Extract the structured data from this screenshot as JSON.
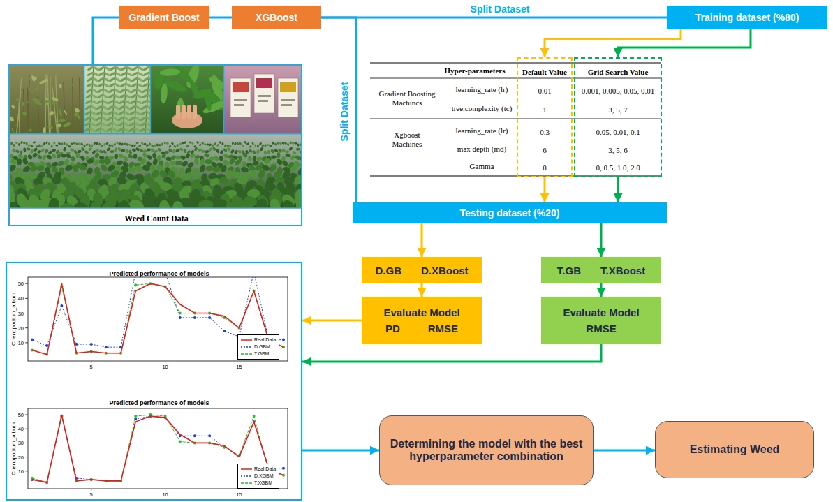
{
  "diagram": {
    "nodes": [
      {
        "text": [
          "Gradient Boost"
        ]
      },
      {
        "text": [
          "XGBoost"
        ]
      },
      {
        "text": [
          "Training dataset (%80)"
        ]
      },
      {
        "text": [
          "Weed Count Data"
        ]
      },
      {
        "text": [
          "Default Value",
          "0.01",
          "1",
          "0.3",
          "6",
          "0"
        ]
      },
      {
        "text": [
          "Grid Search Value",
          "0.001, 0.005, 0.05, 0.01",
          "3, 5, 7",
          "0.05, 0.01, 0.1",
          "3, 5, 6",
          "0, 0.5, 1.0, 2.0"
        ]
      },
      {
        "text": [
          "Testing dataset (%20)"
        ]
      },
      {
        "text": [
          "D.GB",
          "D.XBoost"
        ]
      },
      {
        "text": [
          "T.GB",
          "T.XBoost"
        ]
      },
      {
        "text": [
          "Evaluate Model",
          "PD",
          "RMSE"
        ]
      },
      {
        "text": [
          "Evaluate Model",
          "RMSE"
        ]
      },
      {
        "text": [
          "Predicted performance of models",
          "Predicted performance of models"
        ]
      },
      {
        "text": [
          "Determining the model with the best hyperparameter combination"
        ]
      },
      {
        "text": [
          "Estimating Weed"
        ]
      }
    ],
    "edges": [
      {
        "from": 3,
        "to": 0,
        "arrow": "none"
      },
      {
        "from": 0,
        "to": 1,
        "arrow": "none"
      },
      {
        "from": 1,
        "to": 2,
        "arrow": "none",
        "label": "Split Dataset"
      },
      {
        "from": 1,
        "to": 6,
        "arrow": "none",
        "label": "Split Dataset"
      },
      {
        "from": 2,
        "to": 4,
        "arrow": "to"
      },
      {
        "from": 2,
        "to": 5,
        "arrow": "to"
      },
      {
        "from": 4,
        "to": 6,
        "arrow": "to"
      },
      {
        "from": 5,
        "to": 6,
        "arrow": "to"
      },
      {
        "from": 6,
        "to": 7,
        "arrow": "to"
      },
      {
        "from": 6,
        "to": 8,
        "arrow": "to"
      },
      {
        "from": 7,
        "to": 9,
        "arrow": "to"
      },
      {
        "from": 8,
        "to": 10,
        "arrow": "to"
      },
      {
        "from": 9,
        "to": 11,
        "arrow": "to"
      },
      {
        "from": 10,
        "to": 11,
        "arrow": "to"
      },
      {
        "from": 11,
        "to": 12,
        "arrow": "to"
      },
      {
        "from": 12,
        "to": 13,
        "arrow": "to"
      }
    ],
    "labels": [
      "Hyper-parameters",
      "Gradient Boosting Machincs",
      "learning_rate (lr)",
      "tree.complexity (tc)",
      "Xgboost Machines",
      "learning_rate (lr)",
      "max depth (md)",
      "Gamma",
      "Chenopodium_album",
      "10",
      "20",
      "30",
      "40",
      "50",
      "5",
      "10",
      "15",
      "Chenopodium_album",
      "10",
      "20",
      "30",
      "40",
      "50",
      "5",
      "10",
      "15"
    ],
    "legend": [
      {
        "text": "Real Data"
      },
      {
        "text": "D.GBM"
      },
      {
        "text": "T.GBM"
      },
      {
        "text": "Real Data"
      },
      {
        "text": "D.XGBM"
      },
      {
        "text": "T.XGBM"
      }
    ]
  }
}
